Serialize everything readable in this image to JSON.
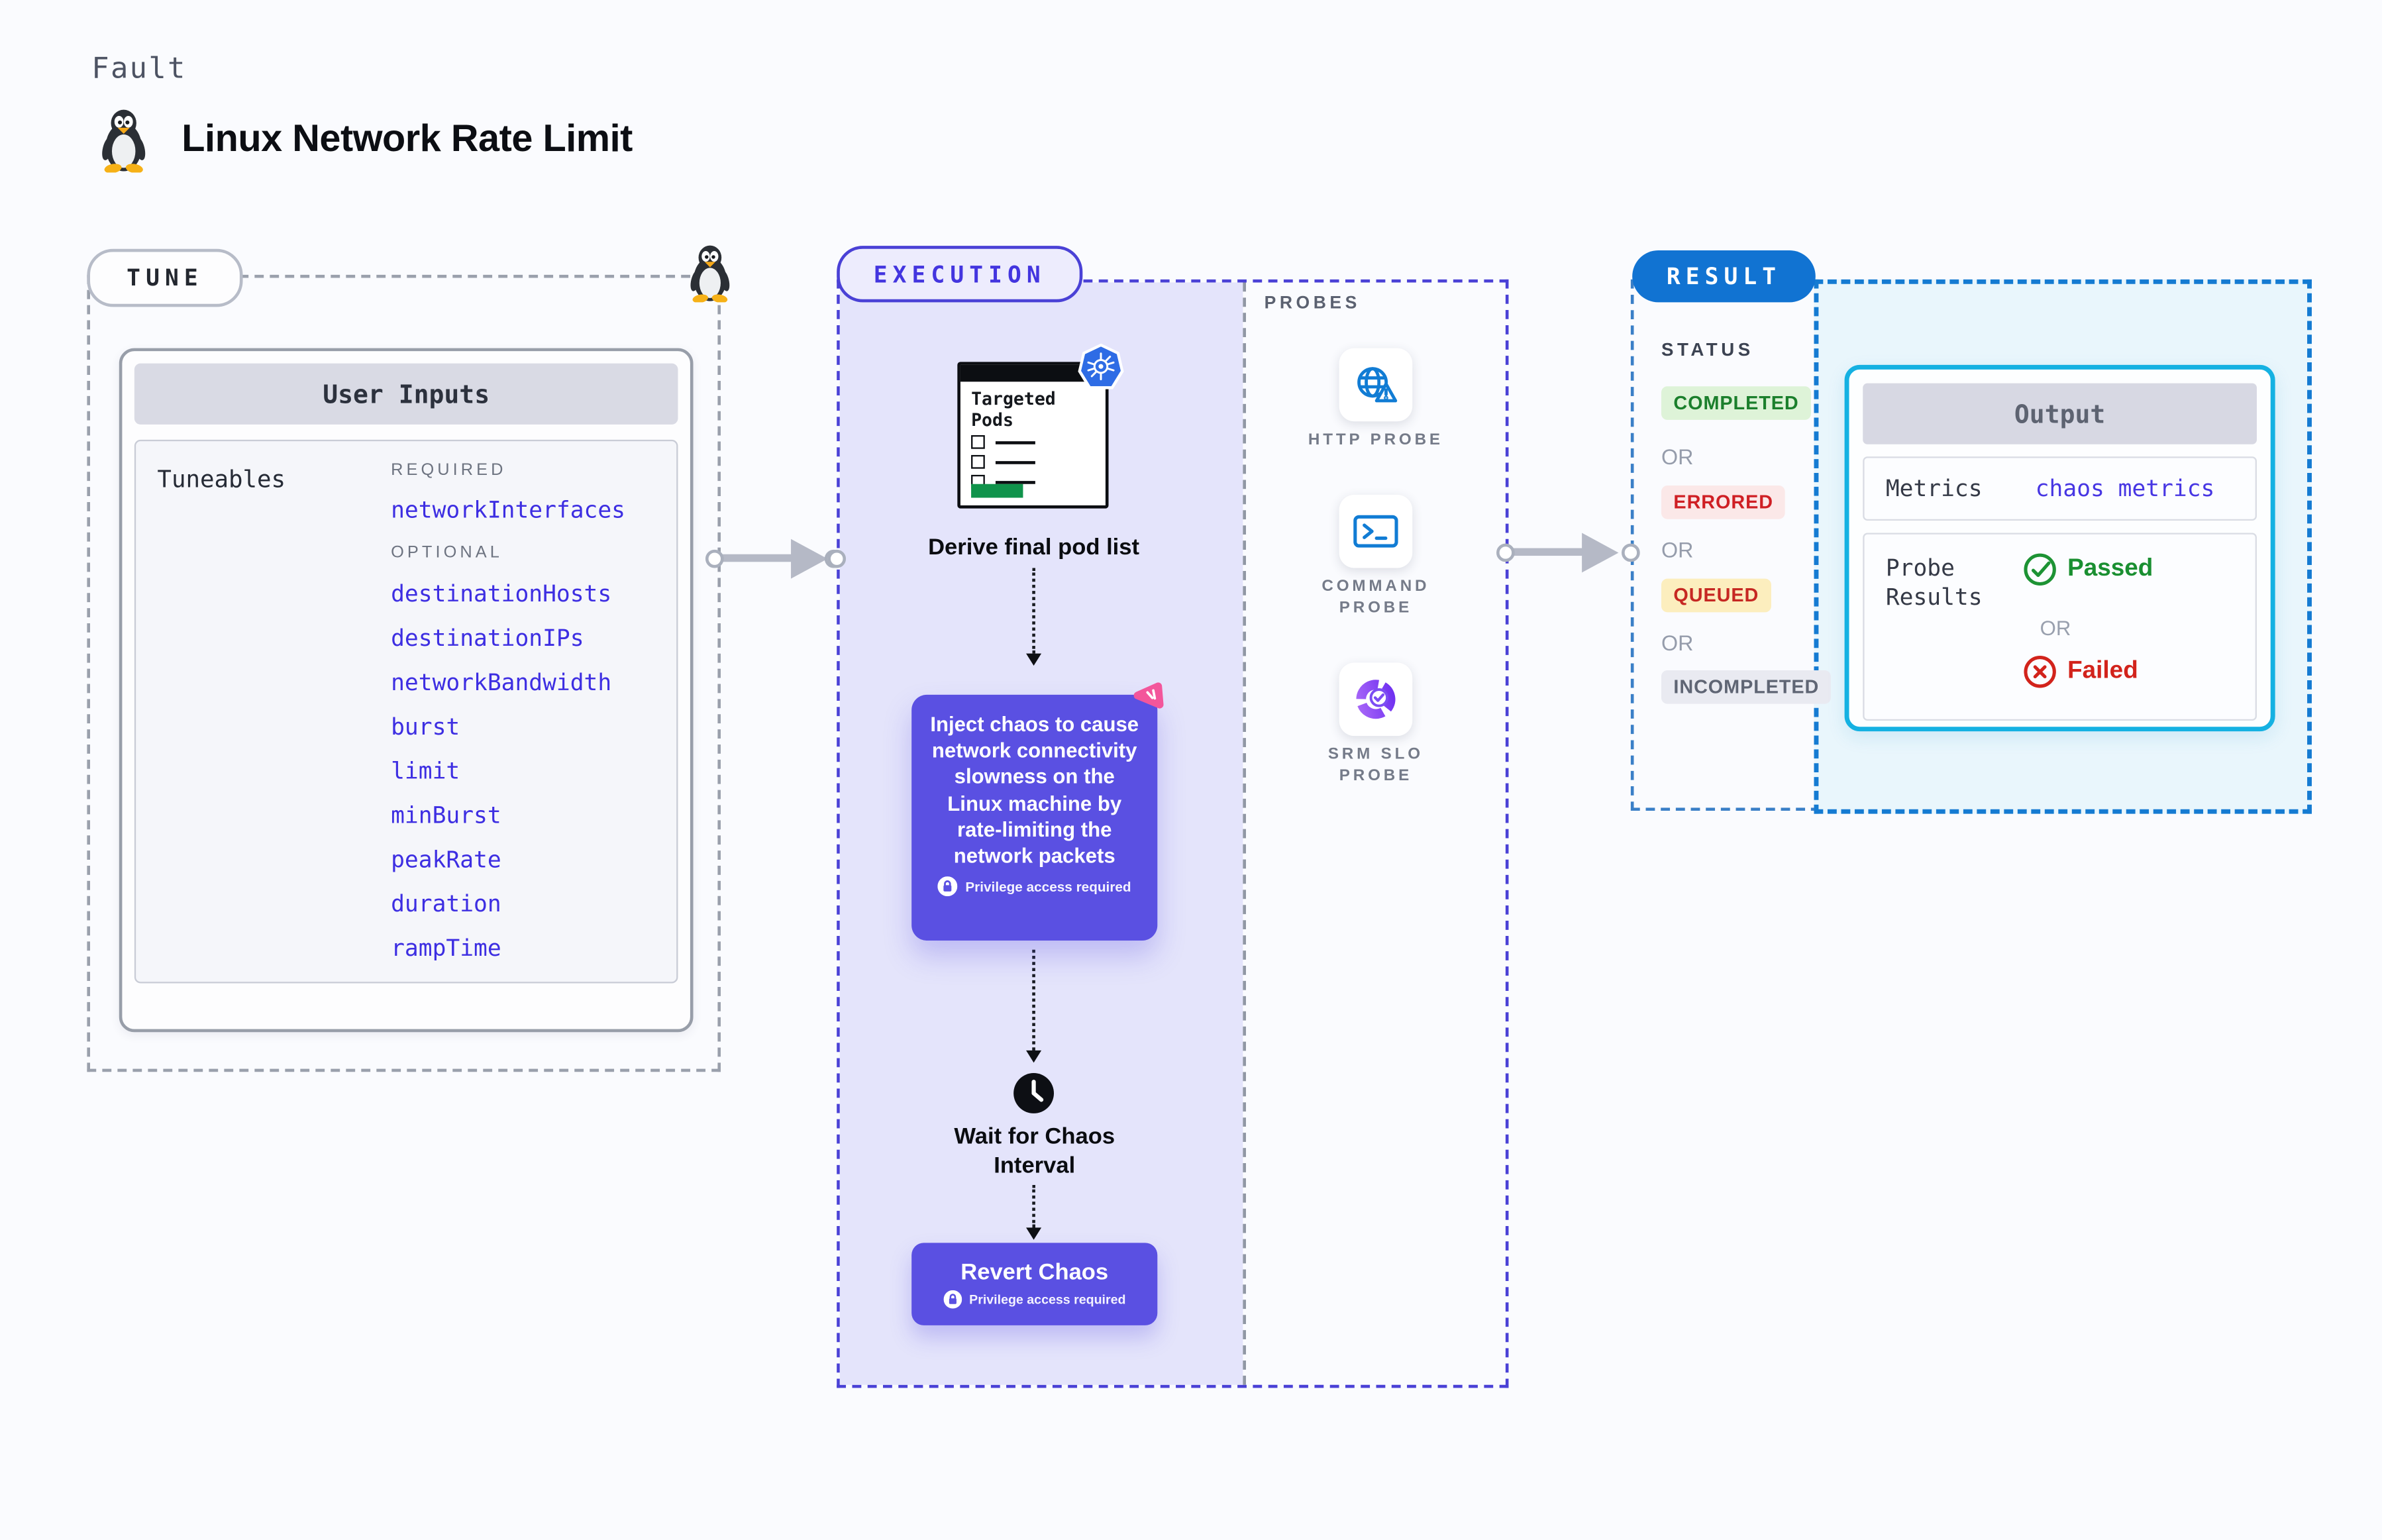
{
  "header": {
    "kicker": "Fault",
    "title": "Linux Network Rate Limit"
  },
  "tune": {
    "badge": "TUNE",
    "card_title": "User Inputs",
    "tuneables_label": "Tuneables",
    "required_label": "REQUIRED",
    "required_items": [
      "networkInterfaces"
    ],
    "optional_label": "OPTIONAL",
    "optional_items": [
      "destinationHosts",
      "destinationIPs",
      "networkBandwidth",
      "burst",
      "limit",
      "minBurst",
      "peakRate",
      "duration",
      "rampTime"
    ]
  },
  "execution": {
    "badge": "EXECUTION",
    "pod_card_title": "Targeted Pods",
    "derive_label": "Derive final pod list",
    "inject_text": "Inject chaos to cause network connectivity slowness on the Linux machine by rate-limiting the network packets",
    "privilege_label": "Privilege access required",
    "wait_label": "Wait for Chaos Interval",
    "revert_label": "Revert Chaos"
  },
  "probes": {
    "section_label": "PROBES",
    "items": [
      {
        "label": "HTTP PROBE",
        "icon": "globe-alert-icon"
      },
      {
        "label": "COMMAND PROBE",
        "icon": "terminal-icon"
      },
      {
        "label": "SRM SLO PROBE",
        "icon": "slo-gauge-icon"
      }
    ]
  },
  "result": {
    "badge": "RESULT",
    "status_label": "STATUS",
    "or_label": "OR",
    "statuses": [
      {
        "label": "COMPLETED",
        "fg": "#1b7f2c",
        "bg": "#def3d8"
      },
      {
        "label": "ERRORED",
        "fg": "#cf1f24",
        "bg": "#fbe8e8"
      },
      {
        "label": "QUEUED",
        "fg": "#c62822",
        "bg": "#fceebe"
      },
      {
        "label": "INCOMPLETED",
        "fg": "#5f6574",
        "bg": "#e9eaf1"
      }
    ],
    "output": {
      "title": "Output",
      "metrics_label": "Metrics",
      "metrics_value": "chaos metrics",
      "probe_results_label": "Probe Results",
      "passed_label": "Passed",
      "failed_label": "Failed"
    }
  },
  "colors": {
    "accent_indigo": "#4a41d6",
    "chaos_purple": "#5a50e2",
    "execution_fill": "#e4e4fb",
    "result_blue": "#1173d2",
    "output_border_cyan": "#15b1e2",
    "output_fill": "#e9f6fc",
    "link_blue": "#4736e3",
    "passed_green": "#1a8f31",
    "failed_red": "#d2231b"
  }
}
